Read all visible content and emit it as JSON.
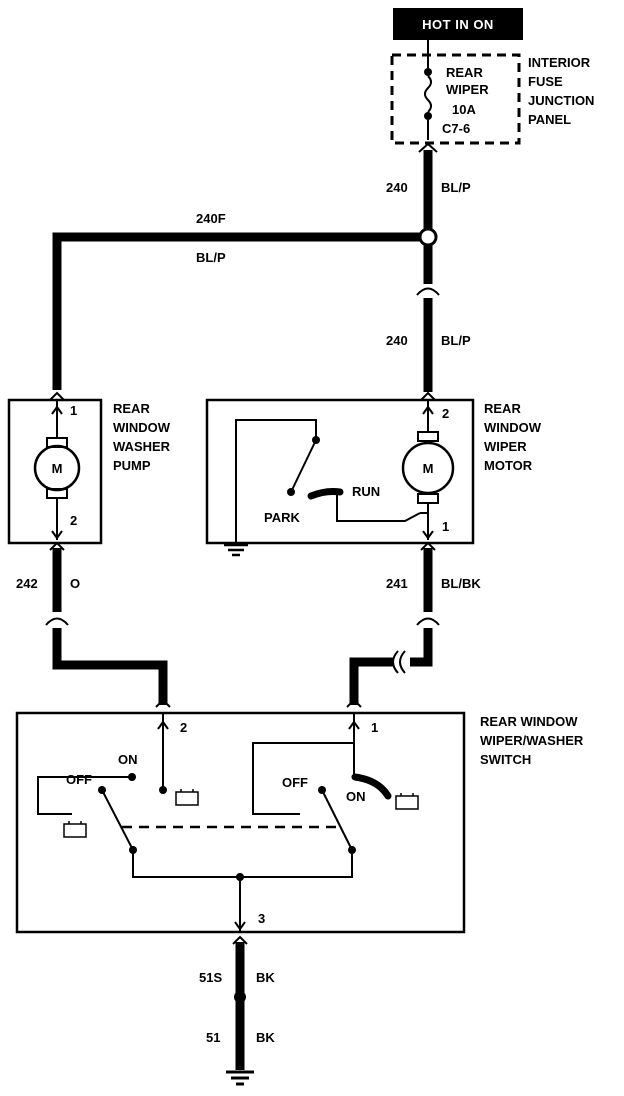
{
  "header": {
    "hot_label": "HOT IN ON"
  },
  "fuse_panel": {
    "fuse_name_line1": "REAR",
    "fuse_name_line2": "WIPER",
    "rating": "10A",
    "connector": "C7-6",
    "panel_line1": "INTERIOR",
    "panel_line2": "FUSE",
    "panel_line3": "JUNCTION",
    "panel_line4": "PANEL"
  },
  "wires": {
    "w240_top_circuit": "240",
    "w240_top_color": "BL/P",
    "w240f_circuit": "240F",
    "w240f_color": "BL/P",
    "w240_mid_circuit": "240",
    "w240_mid_color": "BL/P",
    "w242_circuit": "242",
    "w242_color": "O",
    "w241_circuit": "241",
    "w241_color": "BL/BK",
    "w51s_circuit": "51S",
    "w51s_color": "BK",
    "w51_circuit": "51",
    "w51_color": "BK"
  },
  "washer_pump": {
    "label_line1": "REAR",
    "label_line2": "WINDOW",
    "label_line3": "WASHER",
    "label_line4": "PUMP",
    "pin_top": "1",
    "pin_bottom": "2",
    "motor_symbol": "M"
  },
  "wiper_motor": {
    "label_line1": "REAR",
    "label_line2": "WINDOW",
    "label_line3": "WIPER",
    "label_line4": "MOTOR",
    "pin_top": "2",
    "pin_bottom": "1",
    "motor_symbol": "M",
    "park_label": "PARK",
    "run_label": "RUN"
  },
  "switch": {
    "label_line1": "REAR WINDOW",
    "label_line2": "WIPER/WASHER",
    "label_line3": "SWITCH",
    "pin_left": "2",
    "pin_right": "1",
    "pin_bottom": "3",
    "left_off": "OFF",
    "left_on": "ON",
    "right_off": "OFF",
    "right_on": "ON"
  }
}
